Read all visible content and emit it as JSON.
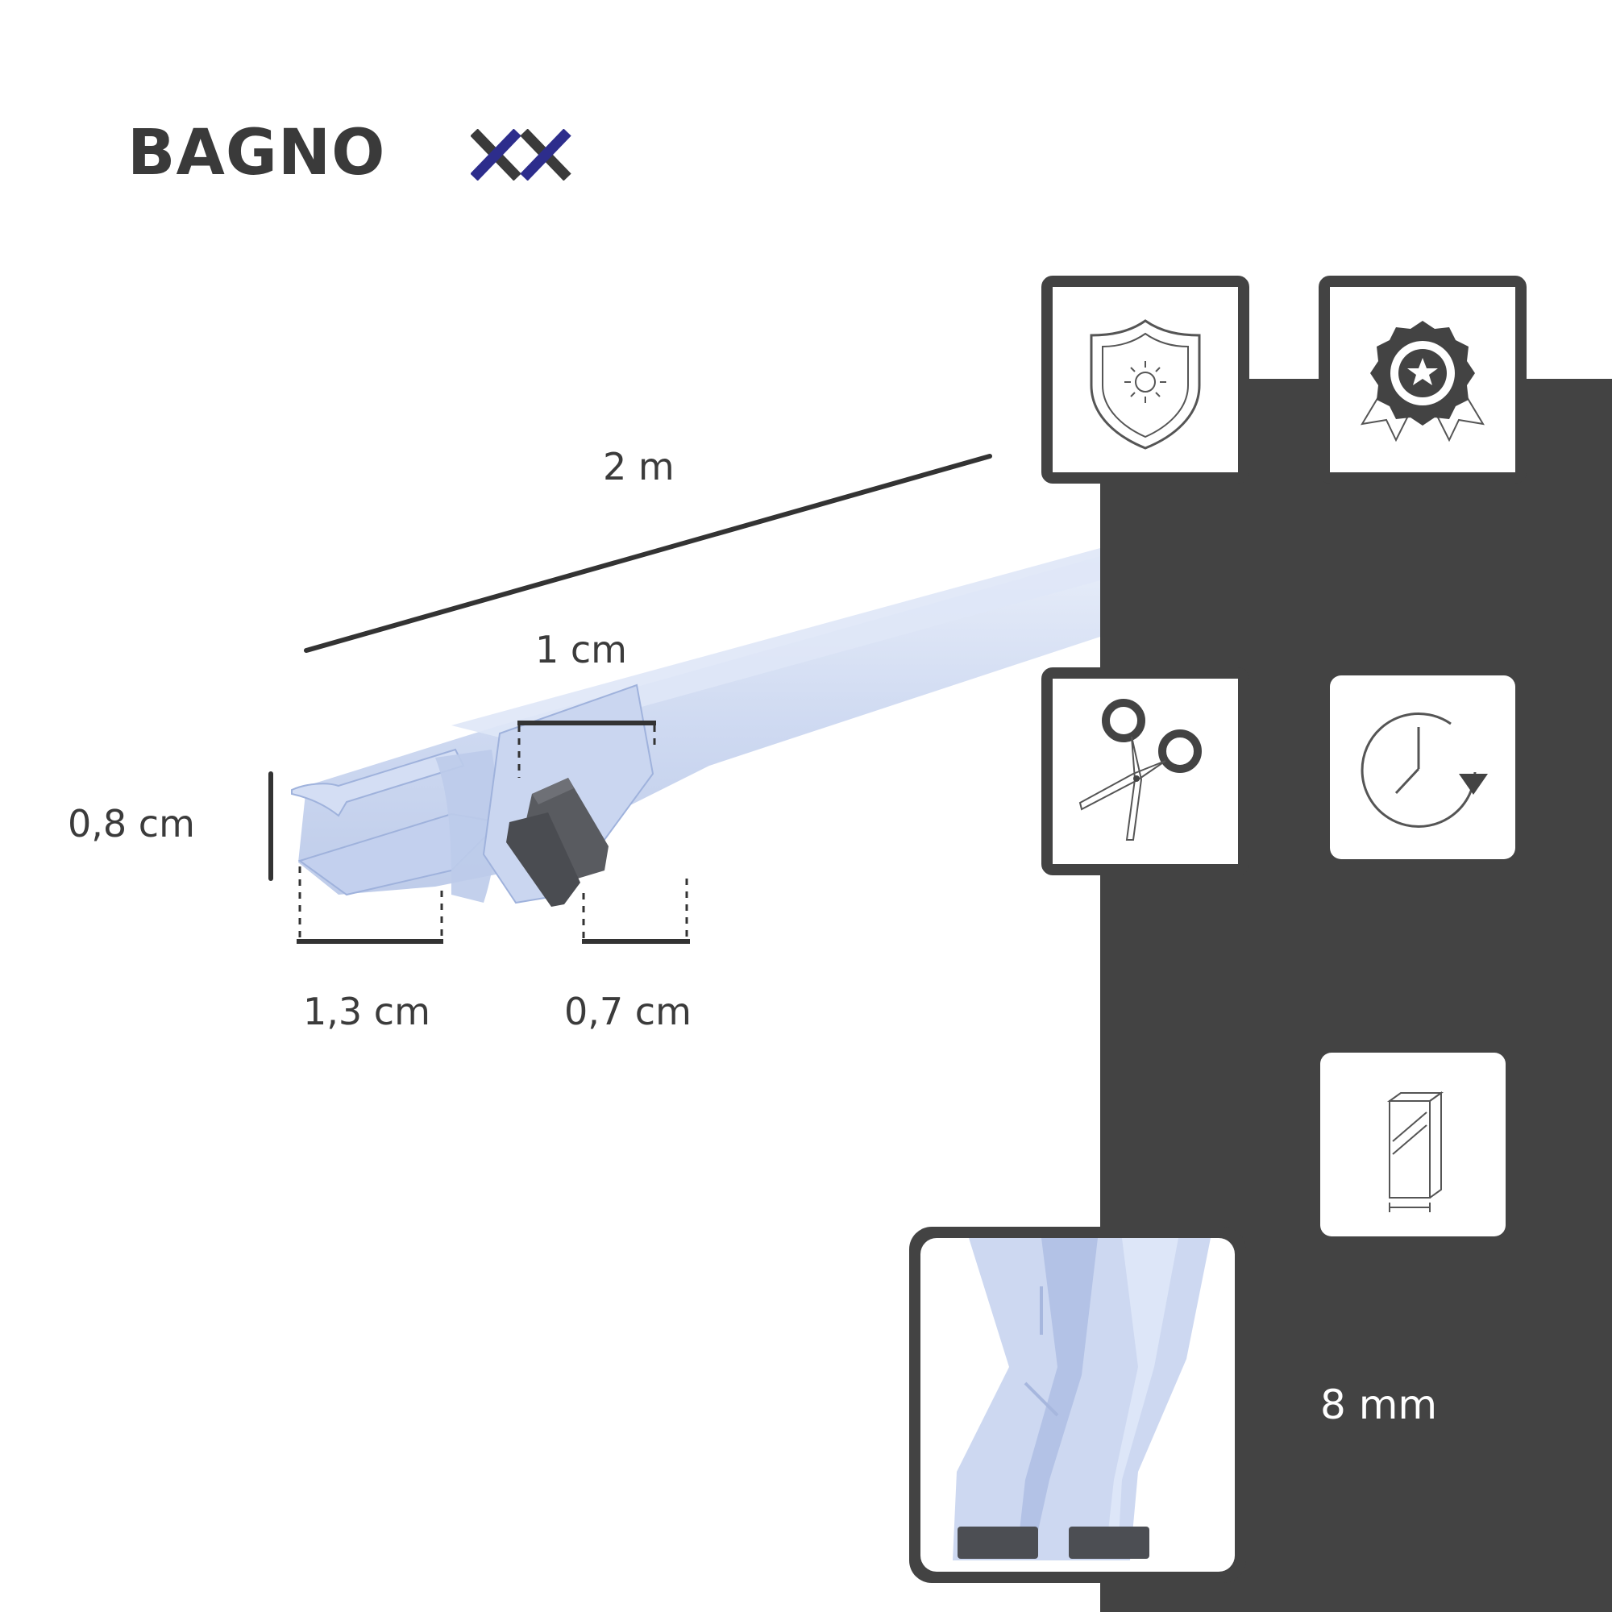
{
  "brand": {
    "name_main": "BAGNO",
    "name_accent": "XX",
    "accent_color": "#2d2d8c"
  },
  "dimensions": {
    "length": "2 m",
    "top_width": "1 cm",
    "height": "0,8 cm",
    "flange_width": "1,3 cm",
    "magnet_width": "0,7 cm"
  },
  "features": [
    {
      "icon": "uv-shield-icon"
    },
    {
      "icon": "quality-badge-icon"
    },
    {
      "icon": "scissors-icon"
    },
    {
      "icon": "durability-clock-icon"
    },
    {
      "icon": "glass-thickness-icon"
    }
  ],
  "glass_thickness": "8 mm",
  "colors": {
    "panel": "#434343",
    "text": "#3b3b3b",
    "seal": "#c9d6ef",
    "magnet": "#55575c"
  }
}
